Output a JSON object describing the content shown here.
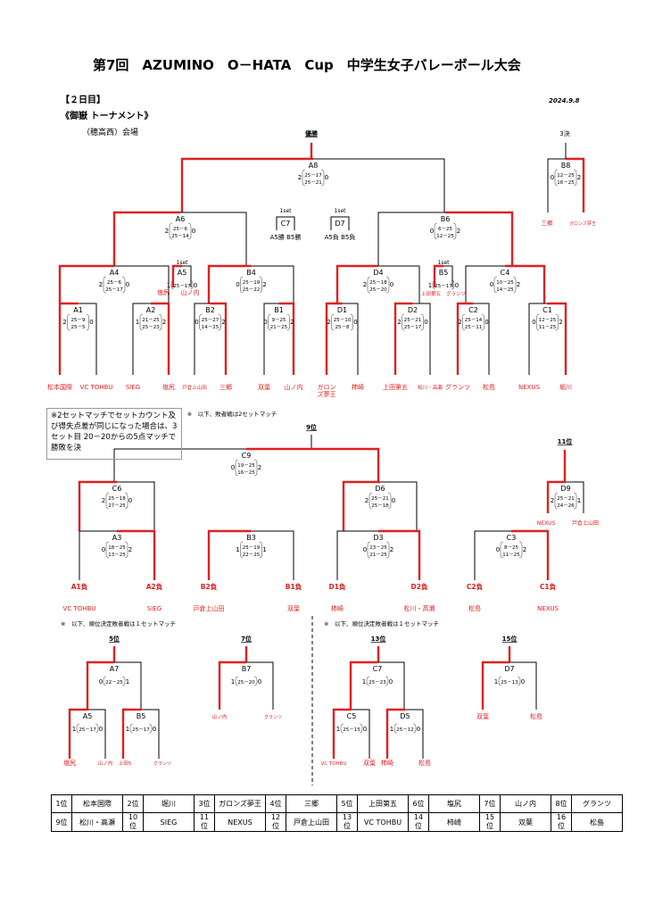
{
  "title": "第7回　AZUMINO　O－HATA　Cup　中学生女子バレーボール大会",
  "day": "【２日目】",
  "date": "2024.9.8",
  "tournament": "《御嶽 トーナメント》",
  "venue": "（穂高西）会場",
  "labels": {
    "champ": "優勝",
    "third": "3決",
    "ninth": "9位",
    "eleventh": "11位",
    "fifth": "5位",
    "seventh": "7位",
    "thirteenth": "13位",
    "fifteenth": "15位",
    "oneset": "1set",
    "c7_desc": "A5勝 B5勝",
    "d7_desc": "A5負 B5負",
    "sub_note": "※　以下、敗者戦は2セットマッチ",
    "rank_note_left": "※　以下、順位決定敗者戦は１セットマッチ",
    "rank_note_right": "※　以下、順位決定敗者戦は１セットマッチ",
    "rule_note": "※2セットマッチでセットカウント及び得失点差が同じになった場合は、3セット目 20－20からの5点マッチで勝敗を決"
  },
  "matches": {
    "A8": {
      "l": "2",
      "r": "0",
      "s": [
        "25－17",
        "25－21"
      ]
    },
    "B8": {
      "l": "0",
      "r": "2",
      "s": [
        "12－25",
        "16－25"
      ]
    },
    "A6": {
      "l": "2",
      "r": "0",
      "s": [
        "25－6",
        "25－14"
      ]
    },
    "B6": {
      "l": "0",
      "r": "2",
      "s": [
        "6－25",
        "12－25"
      ]
    },
    "A4": {
      "l": "2",
      "r": "0",
      "s": [
        "25－6",
        "25－17"
      ]
    },
    "B4": {
      "l": "0",
      "r": "2",
      "s": [
        "25－19",
        "25－22"
      ]
    },
    "D4": {
      "l": "2",
      "r": "0",
      "s": [
        "25－18",
        "25－20"
      ]
    },
    "C4": {
      "l": "0",
      "r": "2",
      "s": [
        "10－25",
        "14－25"
      ]
    },
    "A1": {
      "l": "2",
      "r": "0",
      "s": [
        "25－9",
        "25－5"
      ]
    },
    "A2": {
      "l": "1",
      "r": "2",
      "s": [
        "21－25",
        "25－23"
      ]
    },
    "B2": {
      "l": "0",
      "r": "2",
      "s": [
        "25－27",
        "14－25"
      ]
    },
    "B1": {
      "l": "0",
      "r": "2",
      "s": [
        "9－25",
        "21－25"
      ]
    },
    "D1": {
      "l": "2",
      "r": "0",
      "s": [
        "25－10",
        "25－8"
      ]
    },
    "D2": {
      "l": "2",
      "r": "0",
      "s": [
        "25－21",
        "25－17"
      ]
    },
    "C2": {
      "l": "2",
      "r": "0",
      "s": [
        "25－14",
        "25－11"
      ]
    },
    "C1": {
      "l": "0",
      "r": "2",
      "s": [
        "12－25",
        "11－25"
      ]
    },
    "C9": {
      "l": "0",
      "r": "2",
      "s": [
        "19－25",
        "16－25"
      ]
    },
    "C6": {
      "l": "2",
      "r": "0",
      "s": [
        "25－18",
        "27－25"
      ]
    },
    "D6": {
      "l": "2",
      "r": "0",
      "s": [
        "25－21",
        "25－18"
      ]
    },
    "D9": {
      "l": "2",
      "r": "1",
      "s": [
        "25－21",
        "24－26"
      ]
    },
    "A3": {
      "l": "0",
      "r": "2",
      "s": [
        "18－25",
        "13－25"
      ]
    },
    "B3": {
      "l": "1",
      "r": "1",
      "s": [
        "25－19",
        "22－25"
      ]
    },
    "D3": {
      "l": "0",
      "r": "2",
      "s": [
        "23－25",
        "21－25"
      ]
    },
    "C3": {
      "l": "0",
      "r": "2",
      "s": [
        "8－25",
        "11－25"
      ]
    },
    "A7": {
      "l": "0",
      "r": "1",
      "s": [
        "22－25"
      ]
    },
    "B7": {
      "l": "1",
      "r": "0",
      "s": [
        "25－20"
      ]
    },
    "C7": {
      "l": "1",
      "r": "0",
      "s": [
        "25－23"
      ]
    },
    "D7": {
      "l": "1",
      "r": "0",
      "s": [
        "25－13"
      ]
    },
    "A5": {
      "l": "1",
      "r": "0",
      "s": [
        "25－17"
      ]
    },
    "B5": {
      "l": "1",
      "r": "0",
      "s": [
        "25－17"
      ]
    },
    "C5": {
      "l": "1",
      "r": "0",
      "s": [
        "25－15"
      ]
    },
    "D5": {
      "l": "1",
      "r": "0",
      "s": [
        "25－12"
      ]
    }
  },
  "teams_top": [
    "松本国際",
    "VC TOHBU",
    "SIEG",
    "塩尻",
    "戸倉上山田",
    "三郷",
    "双葉",
    "山ノ内",
    "ガロン\nズ夢王",
    "柿崎",
    "上田第五",
    "松川・高瀬",
    "グランツ",
    "松島",
    "NEXUS",
    "堀川"
  ],
  "top_small": {
    "a5_l": "塩尻",
    "a5_r": "山ノ内",
    "b5_l": "上田第五",
    "b5_r": "グランツ",
    "b8_l": "三郷",
    "b8_r": "ガロンズ夢王"
  },
  "mid_labels": [
    "A1負",
    "A2負",
    "B2負",
    "B1負",
    "D1負",
    "D2負",
    "C2負",
    "C1負"
  ],
  "mid_teams": [
    "VC TOHBU",
    "SIEG",
    "戸倉上山田",
    "双葉",
    "柿崎",
    "松川・高瀬",
    "松島",
    "NEXUS"
  ],
  "d9_teams": [
    "NEXUS",
    "戸倉上山田"
  ],
  "low_teams": {
    "a5l": "塩尻",
    "a5r": "山ノ内",
    "b5l": "上田5",
    "b5r": "グランツ",
    "b7l": "山ノ内",
    "b7r": "グランツ",
    "c5l": "VC TOHBU",
    "c5r": "双葉",
    "d5l": "柿崎",
    "d5r": "松島",
    "d7l": "双葉",
    "d7r": "松島"
  },
  "ranking": [
    [
      [
        "1位",
        "松本国際"
      ],
      [
        "2位",
        "堀川"
      ],
      [
        "3位",
        "ガロンズ夢王"
      ],
      [
        "4位",
        "三郷"
      ],
      [
        "5位",
        "上田第五"
      ],
      [
        "6位",
        "塩尻"
      ],
      [
        "7位",
        "山ノ内"
      ],
      [
        "8位",
        "グランツ"
      ]
    ],
    [
      [
        "9位",
        "松川・高瀬"
      ],
      [
        "10位",
        "SIEG"
      ],
      [
        "11位",
        "NEXUS"
      ],
      [
        "12位",
        "戸倉上山田"
      ],
      [
        "13位",
        "VC TOHBU"
      ],
      [
        "14位",
        "柿崎"
      ],
      [
        "15位",
        "双葉"
      ],
      [
        "16位",
        "松島"
      ]
    ]
  ],
  "colors": {
    "win": "#e02020",
    "line": "#000000"
  }
}
